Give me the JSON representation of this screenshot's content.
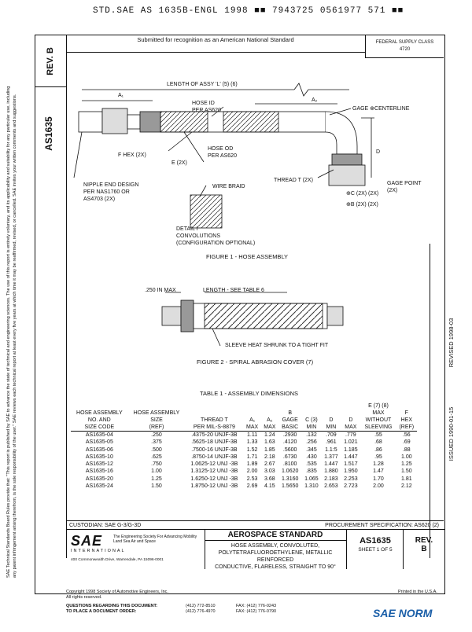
{
  "header": {
    "code_line": "STD.SAE AS 1635B-ENGL 1998  ■■ 7943725 0561977 571 ■■"
  },
  "left_column": {
    "rev_label": "REV.",
    "rev_value": "B",
    "doc_number": "AS1635"
  },
  "side_text": "SAE Technical Standards Board Rules provide that: \"This report is published by SAE to advance the state of technical and engineering sciences. The use of this report is entirely voluntary, and its applicability and suitability for any particular use, including any patent infringement arising therefrom, is the sole responsibility of the user.\" SAE reviews each technical report at least every five years at which time it may be reaffirmed, revised, or cancelled. SAE invites your written comments and suggestions.",
  "top_bar": {
    "submitted": "Submitted for recognition as an American National Standard",
    "fsc_label": "FEDERAL SUPPLY CLASS",
    "fsc_value": "4720"
  },
  "figure1": {
    "length_label": "LENGTH OF ASSY 'L' (5) (6)",
    "a1": "A₁",
    "a2": "A₂",
    "hose_id": "HOSE ID",
    "per_as620": "PER AS620",
    "gage_centerline": "GAGE ⊕CENTERLINE",
    "hose_od": "HOSE OD",
    "hose_od_per": "PER AS620",
    "f_hex": "F HEX (2X)",
    "e_2x": "E (2X)",
    "nipple1": "NIPPLE END DESIGN",
    "nipple2": "PER NAS1760 OR",
    "nipple3": "AS4703 (2X)",
    "thread": "THREAD T (2X)",
    "d_label": "D",
    "gage_point": "GAGE POINT",
    "gage_point_2x": "(2X)",
    "c_2x": "⊕C (2X) (2X)",
    "b_2x": "⊕B (2X) (2X)",
    "wire_braid": "WIRE BRAID",
    "detail": "DETAIL I",
    "convolutions": "CONVOLUTIONS",
    "config": "(CONFIGURATION OPTIONAL)",
    "caption": "FIGURE 1 - HOSE ASSEMBLY"
  },
  "figure2": {
    "max_label": ".250 IN MAX",
    "length_table6": "LENGTH - SEE TABLE 6",
    "sleeve": "SLEEVE HEAT SHRUNK TO A TIGHT FIT",
    "caption": "FIGURE 2 - SPIRAL ABRASION COVER (7)"
  },
  "table1": {
    "title": "TABLE 1 - ASSEMBLY DIMENSIONS",
    "headers": [
      [
        "HOSE ASSEMBLY",
        "NO. AND",
        "SIZE CODE"
      ],
      [
        "HOSE ASSEMBLY",
        "SIZE",
        "(REF)"
      ],
      [
        "THREAD T",
        "PER MIL-S-8879"
      ],
      [
        "A₁",
        "MAX"
      ],
      [
        "A₂",
        "MAX"
      ],
      [
        "B",
        "GAGE",
        "BASIC"
      ],
      [
        "C (3)",
        "MIN"
      ],
      [
        "D",
        "MIN"
      ],
      [
        "D",
        "MAX"
      ],
      [
        "E (7) (8)",
        "MAX",
        "WITHOUT",
        "SLEEVING"
      ],
      [
        "F",
        "HEX",
        "(REF)"
      ]
    ],
    "rows": [
      [
        "AS1635-04",
        ".250",
        ".4375-20 UNJF-3B",
        "1.11",
        "1.24",
        ".2930",
        ".132",
        ".709",
        ".779",
        ".55",
        ".56"
      ],
      [
        "AS1635-05",
        ".375",
        ".5625-18 UNJF-3B",
        "1.33",
        "1.63",
        ".4120",
        ".256",
        ".961",
        "1.021",
        ".68",
        ".69"
      ],
      [
        "AS1635-06",
        ".500",
        ".7500-16 UNJF-3B",
        "1.52",
        "1.85",
        ".5600",
        ".345",
        "1.1:5",
        "1.185",
        ".86",
        ".88"
      ],
      [
        "AS1635-10",
        ".625",
        ".8750-14 UNJF-3B",
        "1.71",
        "2.18",
        ".6730",
        ".430",
        "1.377",
        "1.447",
        ".95",
        "1.00"
      ],
      [
        "AS1635-12",
        ".750",
        "1.0625-12 UNJ -3B",
        "1.89",
        "2.67",
        ".8100",
        ".535",
        "1.447",
        "1.517",
        "1.28",
        "1.25"
      ],
      [
        "AS1635-16",
        "1.00",
        "1.3125-12 UNJ -3B",
        "2.00",
        "3.03",
        "1.0620",
        ".835",
        "1.880",
        "1.950",
        "1.47",
        "1.50"
      ],
      [
        "AS1635-20",
        "1.25",
        "1.6250-12 UNJ -3B",
        "2.53",
        "3.68",
        "1.3160",
        "1.065",
        "2.183",
        "2.253",
        "1.70",
        "1.81"
      ],
      [
        "AS1635-24",
        "1.50",
        "1.8750-12 UNJ -3B",
        "2.69",
        "4.15",
        "1.5650",
        "1.310",
        "2.653",
        "2.723",
        "2.00",
        "2.12"
      ]
    ]
  },
  "dates": {
    "issued": "ISSUED 1990-01-15",
    "revised": "REVISED 1998-03"
  },
  "custodian": {
    "left": "CUSTODIAN:  SAE G-3/G-3D",
    "right": "PROCUREMENT SPECIFICATION:  AS620 (2)"
  },
  "title_block": {
    "org_logo": "SAE",
    "org_sub": "INTERNATIONAL",
    "org_tag": "The Engineering Society For Advancing Mobility Land Sea Air and Space",
    "org_addr": "400 Commonwealth Drive, Warrendale, PA 15096-0001",
    "standard_type": "AEROSPACE STANDARD",
    "title_lines": [
      "HOSE ASSEMBLY, CONVOLUTED,",
      "POLYTETRAFLUOROETHYLENE, METALLIC REINFORCED",
      "CONDUCTIVE, FLARELESS, STRAIGHT TO 90°"
    ],
    "doc_number": "AS1635",
    "sheet": "SHEET 1 OF 5",
    "rev_label": "REV.",
    "rev_value": "B"
  },
  "footer": {
    "copyright": "Copyright 1998 Society of Automotive Engineers, Inc.",
    "rights": "All rights reserved.",
    "printed": "Printed in the U.S.A.",
    "q1": "QUESTIONS REGARDING THIS DOCUMENT:",
    "q2": "TO PLACE A DOCUMENT ORDER:",
    "tel1": "(412) 772-8510",
    "tel2": "(412) 776-4970",
    "fax": "FAX: (412) 776-0243",
    "fax2": "FAX: (412) 776-0790",
    "brand": "SAE NORM"
  }
}
